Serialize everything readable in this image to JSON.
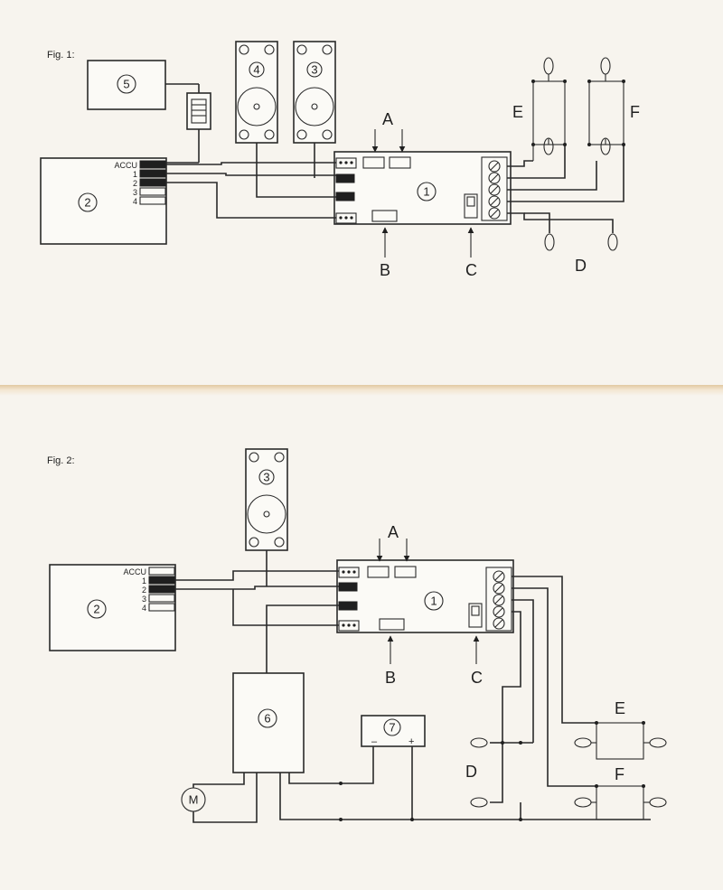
{
  "figures": [
    {
      "title": "Fig. 1:",
      "labels": {
        "A": "A",
        "B": "B",
        "C": "C",
        "D": "D",
        "E": "E",
        "F": "F"
      },
      "numbers": {
        "module": "1",
        "receiver": "2",
        "servo_a": "3",
        "servo_b": "4",
        "transmitter": "5"
      },
      "receiver_channels": [
        "ACCU",
        "1",
        "2",
        "3",
        "4"
      ]
    },
    {
      "title": "Fig. 2:",
      "labels": {
        "A": "A",
        "B": "B",
        "C": "C",
        "D": "D",
        "E": "E",
        "F": "F",
        "M": "M"
      },
      "numbers": {
        "module": "1",
        "receiver": "2",
        "servo": "3",
        "speed_controller": "6",
        "battery": "7"
      },
      "receiver_channels": [
        "ACCU",
        "1",
        "2",
        "3",
        "4"
      ],
      "battery_poles": {
        "minus": "–",
        "plus": "+"
      }
    }
  ]
}
